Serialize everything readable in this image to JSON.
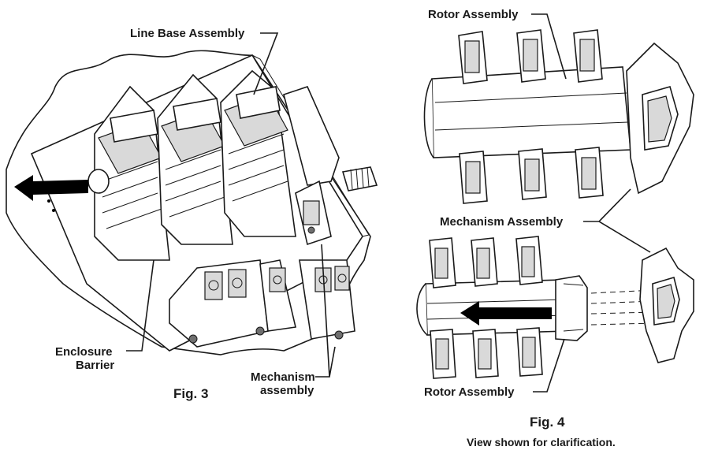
{
  "figure3": {
    "caption": "Fig. 3",
    "labels": {
      "line_base_assembly": "Line Base Assembly",
      "enclosure_barrier_line1": "Enclosure",
      "enclosure_barrier_line2": "Barrier",
      "mechanism_assembly_line1": "Mechanism",
      "mechanism_assembly_line2": "assembly"
    },
    "arrow_direction": "left"
  },
  "figure4": {
    "caption": "Fig. 4",
    "subcaption": "View shown for clarification.",
    "labels": {
      "rotor_assembly_top": "Rotor Assembly",
      "mechanism_assembly": "Mechanism Assembly",
      "rotor_assembly_bottom": "Rotor Assembly"
    },
    "arrow_direction": "left"
  },
  "colors": {
    "line": "#1a1a1a",
    "shade": "#d9d9d9",
    "arrow": "#000000"
  },
  "icons": [
    "left-arrow-icon",
    "left-arrow-icon"
  ]
}
